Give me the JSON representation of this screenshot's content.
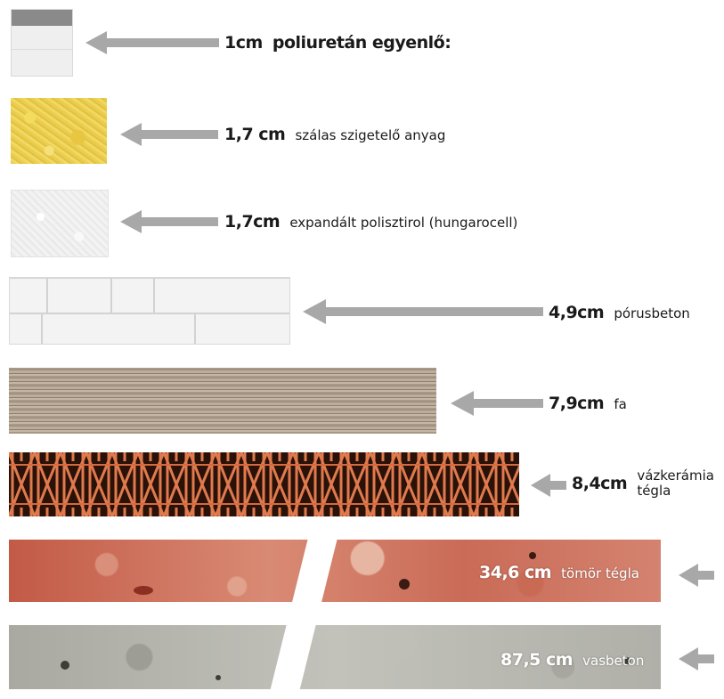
{
  "layers": [
    {
      "thickness": "1cm",
      "material": "poliuretán egyenlő:"
    },
    {
      "thickness": "1,7 cm",
      "material": "szálas szigetelő anyag"
    },
    {
      "thickness": "1,7cm",
      "material": "expandált polisztirol (hungarocell)"
    },
    {
      "thickness": "4,9cm",
      "material": "pórusbeton"
    },
    {
      "thickness": "7,9cm",
      "material": "fa"
    },
    {
      "thickness": "8,4cm",
      "material_line1": "vázkerámia",
      "material_line2": "tégla"
    },
    {
      "thickness": "34,6 cm",
      "material": "tömör tégla"
    },
    {
      "thickness": "87,5 cm",
      "material": "vasbeton"
    }
  ],
  "colors": {
    "arrow": "#a8a8a8",
    "polyurethane": "#efefef",
    "fiber_insulation": "#eacd4d",
    "eps": "#f0f0f0",
    "aerated_concrete": "#efefef",
    "wood": "#a89886",
    "ceramic_brick": "#d8704a",
    "solid_brick": "#c96b57",
    "reinforced_concrete": "#b0b0a9"
  },
  "icons": [
    "left-arrow-icon",
    "break-mark-icon"
  ]
}
